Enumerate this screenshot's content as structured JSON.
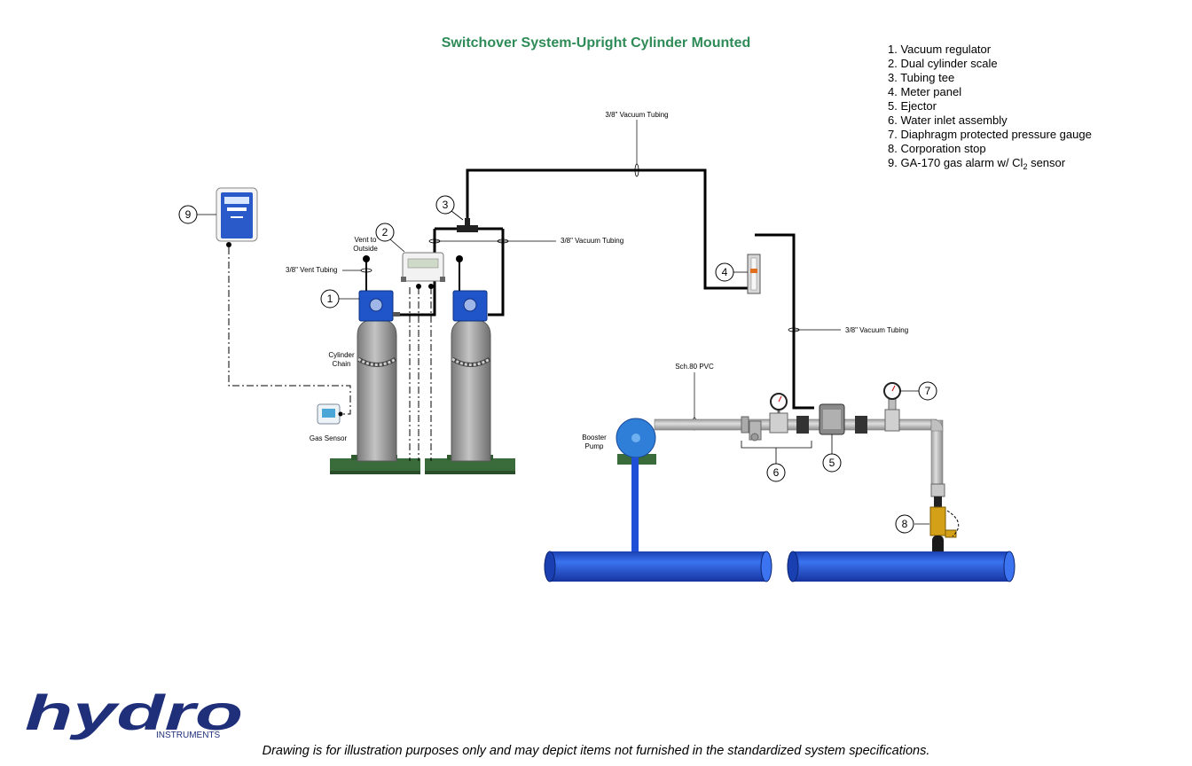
{
  "title": "Switchover System-Upright Cylinder Mounted",
  "legend": [
    "1. Vacuum regulator",
    "2. Dual cylinder scale",
    "3. Tubing tee",
    "4. Meter panel",
    "5. Ejector",
    "6. Water inlet assembly",
    "7. Diaphragm protected pressure gauge",
    "8. Corporation stop",
    "9. GA-170 gas alarm w/ Cl",
    "2",
    " sensor"
  ],
  "labels": {
    "vacuum_tubing_top": "3/8\" Vacuum Tubing",
    "vacuum_tubing_mid": "3/8\" Vacuum Tubing",
    "vacuum_tubing_right": "3/8\" Vacuum Tubing",
    "vent_tubing": "3/8\" Vent Tubing",
    "vent_outside_1": "Vent to",
    "vent_outside_2": "Outside",
    "cylinder_chain_1": "Cylinder",
    "cylinder_chain_2": "Chain",
    "gas_sensor": "Gas Sensor",
    "sch80": "Sch.80 PVC",
    "booster_1": "Booster",
    "booster_2": "Pump"
  },
  "callouts": [
    "1",
    "2",
    "3",
    "4",
    "5",
    "6",
    "7",
    "8",
    "9"
  ],
  "logo": {
    "name": "hydro",
    "sub": "INSTRUMENTS"
  },
  "disclaimer": "Drawing is for illustration purposes only and may depict items not furnished in the standardized system specifications.",
  "colors": {
    "title": "#2e8b57",
    "pipe_blue": "#1f4fd6",
    "regulator_blue": "#1f55c8",
    "cylinder_gray": "#9a9a9a",
    "base_green": "#3a6b3a",
    "pvc_gray": "#c8c8c8",
    "brand": "#1f2f7a"
  }
}
